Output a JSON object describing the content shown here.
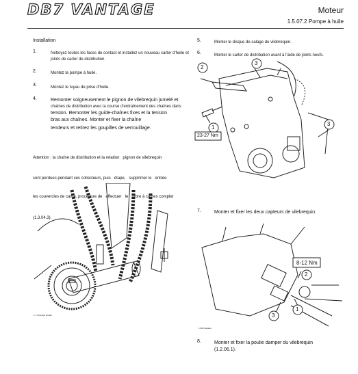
{
  "header": {
    "logo_text": "DB7 VANTAGE",
    "section_title": "Moteur",
    "section_ref": "1.5.07.2 Pompe à huile"
  },
  "left": {
    "heading": "Installation",
    "steps": [
      {
        "num": "1.",
        "lines": [
          "Nettoyez toutes les faces de contact et installez un nouveau carter d'huile et",
          "joints de carter de distribution."
        ]
      },
      {
        "num": "2.",
        "lines": [
          "Montez la pompe à huile."
        ]
      },
      {
        "num": "3.",
        "lines": [
          "Montez le tuyau de prise d'huile."
        ]
      },
      {
        "num": "4.",
        "lines": [
          "Remonter soigneusement le pignon de vilebrequin jumelé et",
          "chaînes de distribution avec la course d'entraînement des chaînes dans",
          "tension. Remonter les guide-chaînes fixes et la tension",
          "bras aux chaînes. Monter et fixer la chaîne",
          "tendeurs et retirez les goupilles de verrouillage."
        ]
      }
    ],
    "attention_lines": [
      "Attention : la chaîne de distribution et la relation   pignon de vilebrequin",
      "sont perdues pendant ces collecteurs, puis   étape,   supprimer le   entrée",
      "les couvercles de came, procédure de   effectuer   le   arbre à cames complet",
      "(1.3.04.3)."
    ],
    "figure_caption": "1.7.0 Pompe à huile"
  },
  "right": {
    "steps_top": [
      {
        "num": "5.",
        "text": "Monter le disque de calage du vilebrequin."
      },
      {
        "num": "6.",
        "text": "Monter le carter de distribution avant à l'aide de joints neufs."
      }
    ],
    "fig1": {
      "callouts": [
        "1",
        "2",
        "3",
        "3"
      ],
      "torque": "23-27 Nm"
    },
    "step7": {
      "num": "7.",
      "text": "Monter et fixer les deux capteurs de vilebrequin."
    },
    "fig2": {
      "callouts": [
        "1",
        "2",
        "3"
      ],
      "torque": "8-12 Nm",
      "caption": "1.2b6 Capteur"
    },
    "step8": {
      "num": "8.",
      "lines": [
        "Monter et fixer la poulie damper du vilebrequin",
        "(1.2.06.1)."
      ]
    }
  }
}
